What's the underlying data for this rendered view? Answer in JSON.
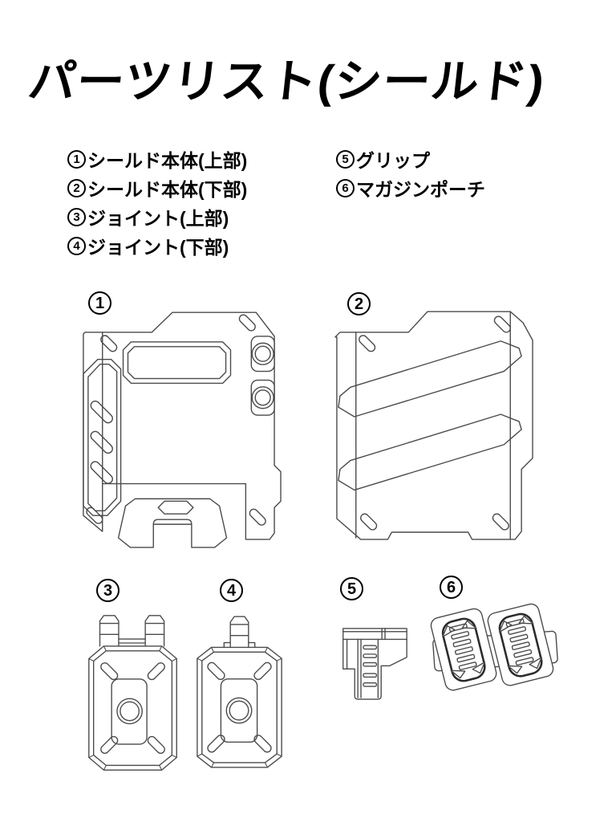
{
  "title": "パーツリスト(シールド)",
  "parts_list": {
    "left_column": [
      {
        "number": "1",
        "label": "シールド本体(上部)"
      },
      {
        "number": "2",
        "label": "シールド本体(下部)"
      },
      {
        "number": "3",
        "label": "ジョイント(上部)"
      },
      {
        "number": "4",
        "label": "ジョイント(下部)"
      }
    ],
    "right_column": [
      {
        "number": "5",
        "label": "グリップ"
      },
      {
        "number": "6",
        "label": "マガジンポーチ"
      }
    ]
  },
  "figure_numbers": [
    "1",
    "2",
    "3",
    "4",
    "5",
    "6"
  ],
  "colors": {
    "background": "#ffffff",
    "text": "#000000",
    "line": "#4a4a4a",
    "bold_line": "#2b2b2b"
  }
}
